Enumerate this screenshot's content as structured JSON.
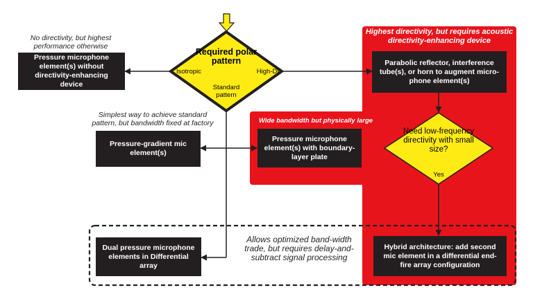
{
  "colors": {
    "red_panel": "#e8141c",
    "box_fill": "#231f20",
    "decision_fill": "#ffeb14",
    "start_arrow": "#ffeb14"
  },
  "decision_main": {
    "title": "Required polar pattern",
    "left_label": "Isotropic",
    "right_label": "High-DI",
    "bottom_label": "Standard pattern"
  },
  "left": {
    "note_top": "No directivity, but highest performance otherwise",
    "box_isotropic": "Pressure microphone element(s) without directivity-enhancing device",
    "note_mid": "Simplest way to achieve standard pattern, but bandwidth fixed at factory",
    "box_gradient": "Pressure-gradient mic element(s)",
    "box_differential": "Dual pressure microphone elements in Differential array"
  },
  "red_panel": {
    "header": "Highest directivity, but requires acoustic directivity-enhancing device",
    "box_parabolic": "Parabolic reflector, interference tube(s), or horn to augment micro-phone element(s)",
    "decision_lowfreq": "Need low-frequency directivity with small size?",
    "yes_label": "Yes",
    "box_hybrid": "Hybrid architecture: add second mic element in a differential end-fire array configuration"
  },
  "mid_panel": {
    "header": "Wide bandwidth but physically large",
    "box_boundary": "Pressure microphone element(s) with boundary-layer plate"
  },
  "dashed_note": "Allows optimized band-width trade, but requires delay-and-subtract signal processing"
}
